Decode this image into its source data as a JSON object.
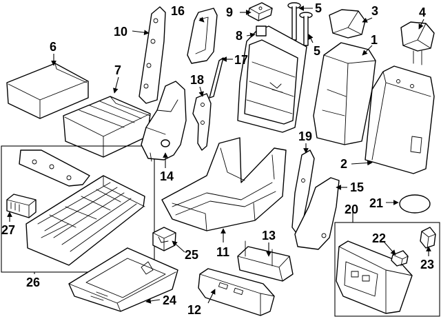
{
  "colors": {
    "line": "#000000",
    "background": "#ffffff"
  },
  "callouts": {
    "c1": "1",
    "c2": "2",
    "c3": "3",
    "c4": "4",
    "c5a": "5",
    "c5b": "5",
    "c6": "6",
    "c7": "7",
    "c8": "8",
    "c9": "9",
    "c10": "10",
    "c11": "11",
    "c12": "12",
    "c13": "13",
    "c14": "14",
    "c15": "15",
    "c16": "16",
    "c17": "17",
    "c18": "18",
    "c19": "19",
    "c20": "20",
    "c21": "21",
    "c22": "22",
    "c23": "23",
    "c24": "24",
    "c25": "25",
    "c26": "26",
    "c27": "27"
  }
}
